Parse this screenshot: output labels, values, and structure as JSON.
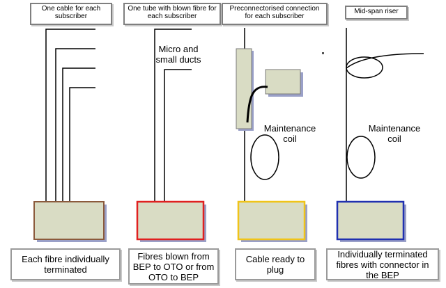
{
  "columns": [
    {
      "header": "One cable for each subscriber",
      "caption": "Each fibre individually terminated",
      "box_color": "#8b5a3c"
    },
    {
      "header": "One tube with blown fibre for each subscriber",
      "annotation": "Micro and small ducts",
      "caption": "Fibres blown from BEP to OTO or from OTO to BEP",
      "box_color": "#e02020"
    },
    {
      "header": "Preconnectorised connection for each subscriber",
      "annotation": "Maintenance coil",
      "caption": "Cable ready to plug",
      "box_color": "#f0c419"
    },
    {
      "header": "Mid-span riser",
      "annotation": "Maintenance coil",
      "caption": "Individually terminated fibres with connector in the BEP",
      "box_color": "#2030b0"
    }
  ],
  "colors": {
    "box_fill": "#d9dcc4",
    "shadow": "#9aa0c8",
    "line": "#000000"
  }
}
